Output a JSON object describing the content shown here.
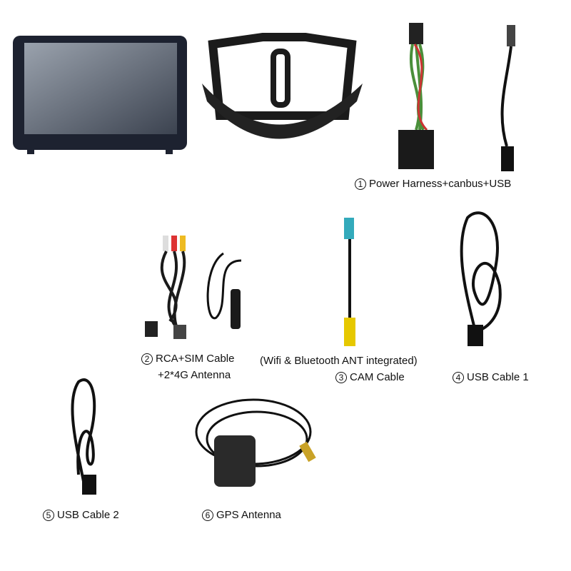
{
  "items": [
    {
      "number": "1",
      "label": "Power Harness+canbus+USB"
    },
    {
      "number": "2",
      "label": "RCA+SIM Cable",
      "label2": "+2*4G Antenna"
    },
    {
      "number": "3",
      "label": "CAM Cable",
      "note": "(Wifi & Bluetooth ANT integrated)"
    },
    {
      "number": "4",
      "label": "USB Cable 1"
    },
    {
      "number": "5",
      "label": "USB Cable 2"
    },
    {
      "number": "6",
      "label": "GPS Antenna"
    }
  ]
}
